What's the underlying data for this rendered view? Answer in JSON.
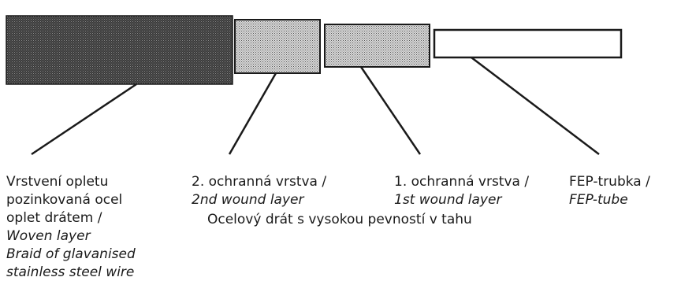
{
  "layers": [
    {
      "id": "braid",
      "pattern": "dense-dots",
      "label_cz": [
        "Vrstvení opletu",
        "pozinkovaná ocel",
        "oplet drátem /"
      ],
      "label_en": [
        "Woven layer",
        "Braid of glavanised",
        "stainless steel wire"
      ]
    },
    {
      "id": "second-wound",
      "pattern": "light-dots",
      "label_cz": [
        "2. ochranná vrstva /"
      ],
      "label_en": [
        "2nd wound layer"
      ]
    },
    {
      "id": "first-wound",
      "pattern": "light-dots",
      "label_cz": [
        "1. ochranná vrstva /"
      ],
      "label_en": [
        "1st wound layer"
      ]
    },
    {
      "id": "fep-tube",
      "pattern": "none",
      "label_cz": [
        "FEP-trubka /"
      ],
      "label_en": [
        "FEP-tube"
      ]
    }
  ],
  "shared_note": "Ocelový drát s vysokou pevností v tahu",
  "colors": {
    "ink": "#1a1a1a",
    "background": "#ffffff"
  }
}
